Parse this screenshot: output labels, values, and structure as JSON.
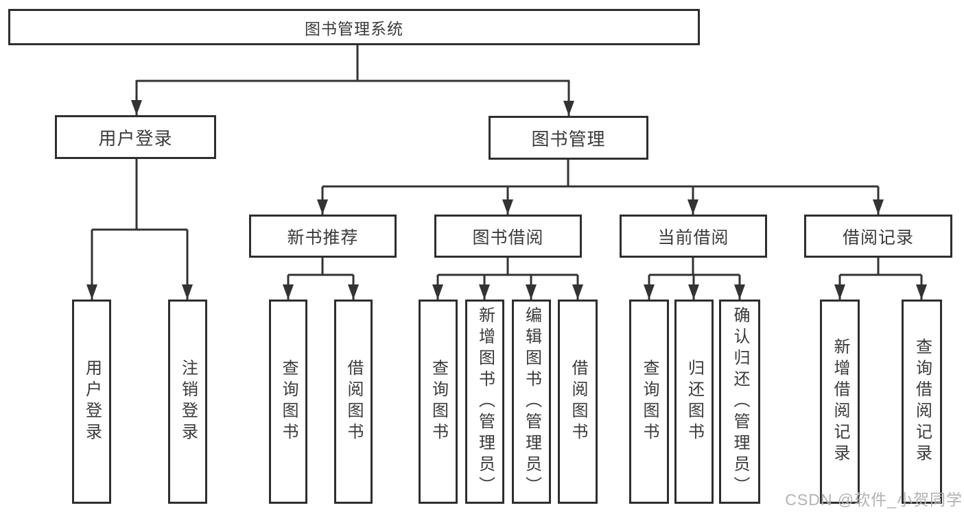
{
  "diagram": {
    "root": {
      "label": "图书管理系统"
    },
    "level2": [
      {
        "label": "用户登录"
      },
      {
        "label": "图书管理"
      }
    ],
    "level3": [
      {
        "label": "新书推荐"
      },
      {
        "label": "图书借阅"
      },
      {
        "label": "当前借阅"
      },
      {
        "label": "借阅记录"
      }
    ],
    "leaves": {
      "user_login": [
        {
          "label": "用户登录"
        },
        {
          "label": "注销登录"
        }
      ],
      "new_book": [
        {
          "label": "查询图书"
        },
        {
          "label": "借阅图书"
        }
      ],
      "book_borrow": [
        {
          "label": "查询图书"
        },
        {
          "label": "新增图书（管理员）"
        },
        {
          "label": "编辑图书（管理员）"
        },
        {
          "label": "借阅图书"
        }
      ],
      "current_borrow": [
        {
          "label": "查询图书"
        },
        {
          "label": "归还图书"
        },
        {
          "label": "确认归还（管理员）"
        }
      ],
      "borrow_record": [
        {
          "label": "新增借阅记录"
        },
        {
          "label": "查询借阅记录"
        }
      ]
    },
    "watermark": {
      "text": "CSDN @软件_小贺同学"
    },
    "colors": {
      "line": "#333333",
      "border": "#2e2e2e",
      "text": "#3a3a3a",
      "watermark": "#b2b2b2",
      "background": "#ffffff"
    }
  }
}
